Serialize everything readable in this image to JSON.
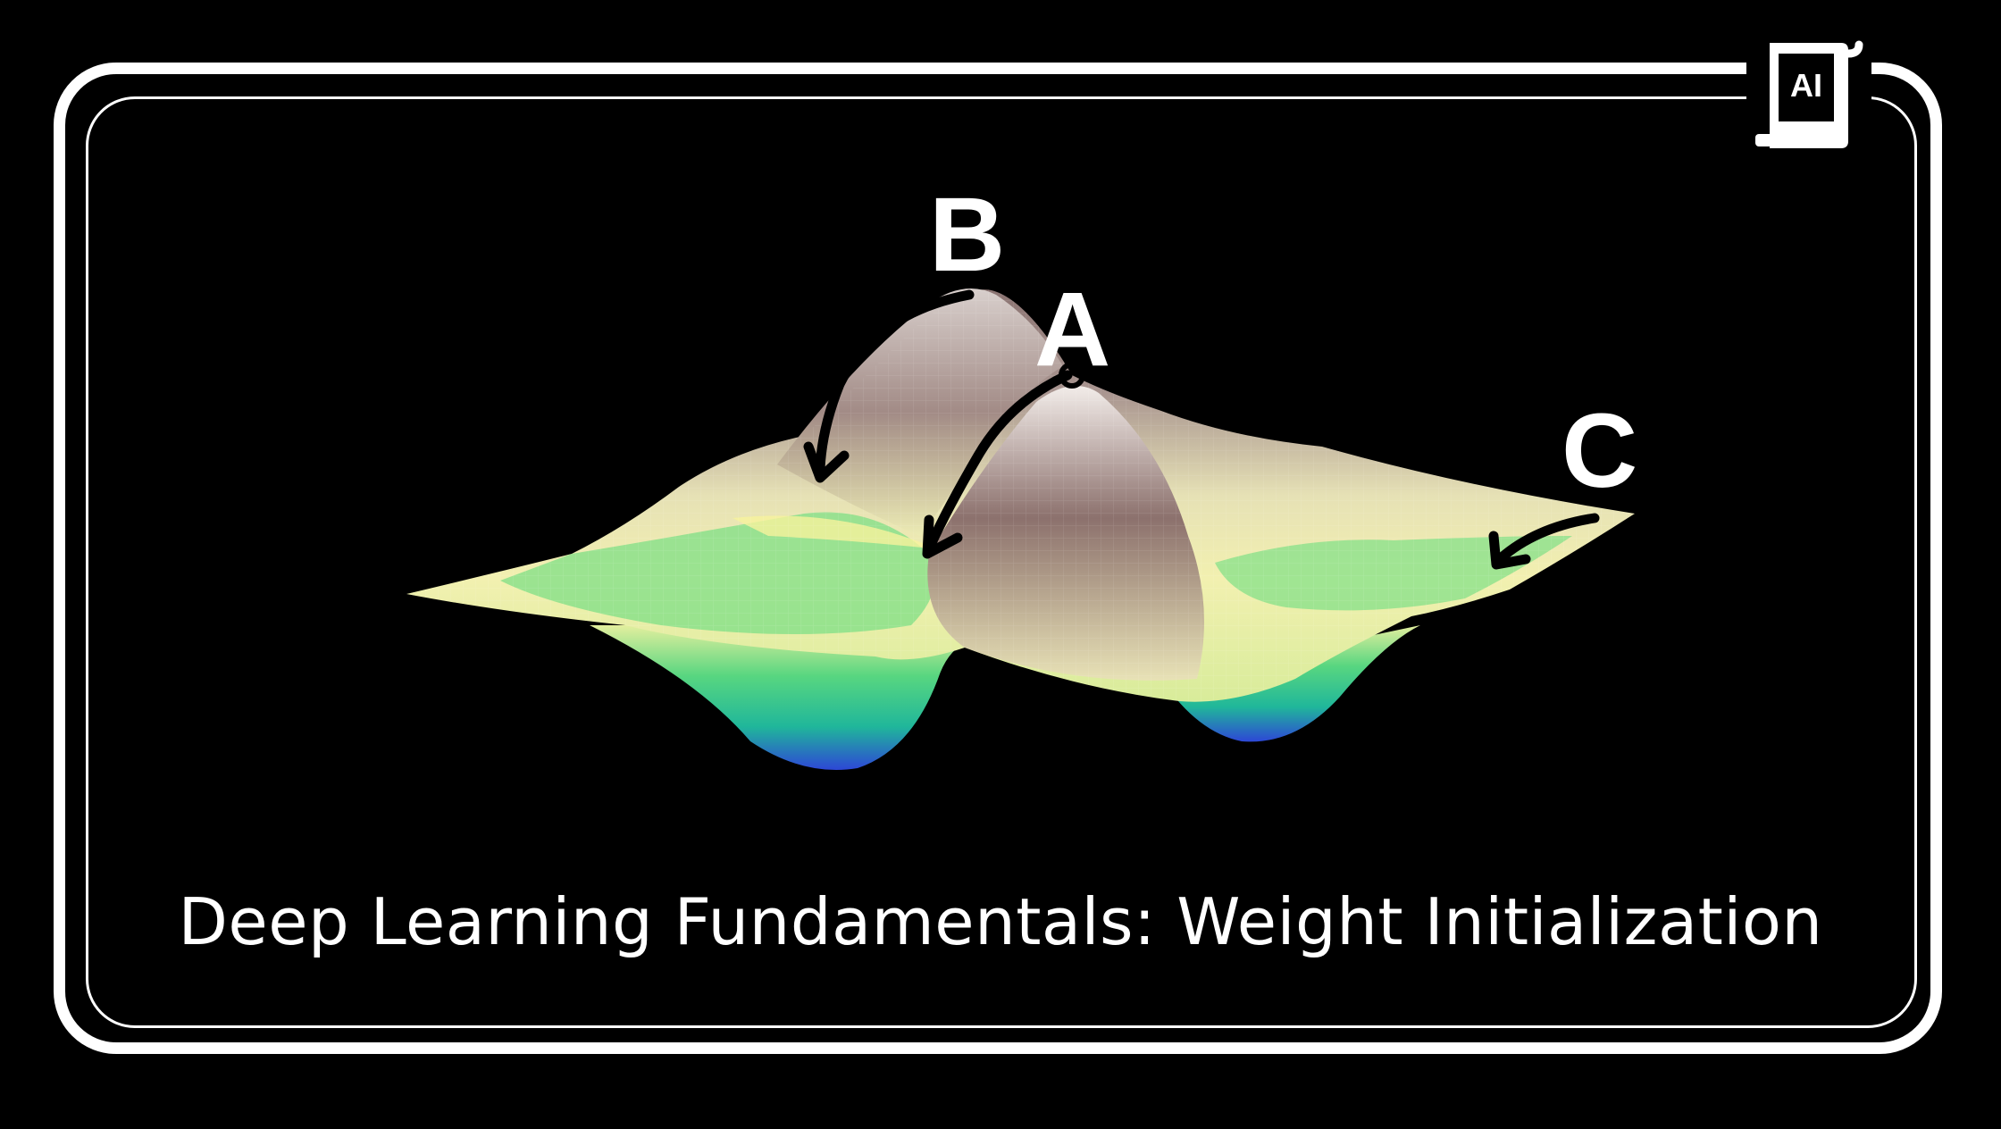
{
  "title": "Deep Learning Fundamentals: Weight Initialization",
  "logo": {
    "text": "AI",
    "icon": "ai-book-logo-icon"
  },
  "points": {
    "a": "A",
    "b": "B",
    "c": "C"
  },
  "colors": {
    "background": "#000000",
    "frame": "#ffffff",
    "text": "#ffffff",
    "surface_peak": "#8b7472",
    "surface_mid": "#f0eeb0",
    "surface_low": "#3fcf80",
    "surface_valley": "#2f4fd8",
    "arrow": "#000000"
  }
}
